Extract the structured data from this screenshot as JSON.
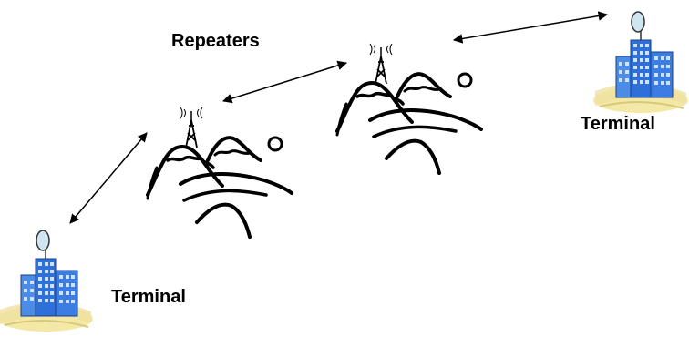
{
  "labels": {
    "repeaters": "Repeaters",
    "terminal_top": "Terminal",
    "terminal_bottom": "Terminal"
  },
  "colors": {
    "building_blue": "#2f6fd8",
    "building_light": "#8fb8ff",
    "ground_yellow": "#f4e8a6",
    "dish_glass": "#cfe6f2",
    "ink": "#000000"
  },
  "links": [
    {
      "from": "terminal-bottom-left",
      "to": "repeater-1",
      "bidirectional": true
    },
    {
      "from": "repeater-1",
      "to": "repeater-2",
      "bidirectional": true
    },
    {
      "from": "repeater-2",
      "to": "terminal-top-right",
      "bidirectional": true
    }
  ]
}
